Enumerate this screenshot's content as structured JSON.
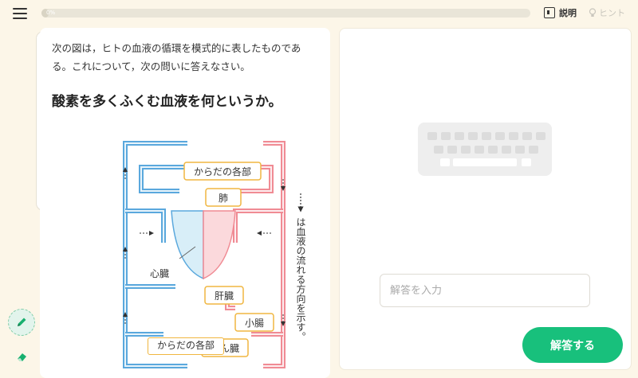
{
  "header": {
    "progress_label": "0%",
    "progress_fraction": 0.0,
    "explain_label": "説明",
    "hint_label": "ヒント",
    "hint_icon": "lightbulb-icon"
  },
  "question": {
    "text": "次の図は，ヒトの血液の循環を模式的に表したものである。これについて，次の問いに答えなさい。",
    "prompt": "酸素を多くふくむ血液を何というか。"
  },
  "diagram": {
    "labels": {
      "body_top": "からだの各部",
      "lungs": "肺",
      "heart": "心臓",
      "liver": "肝臓",
      "small_intestine": "小腸",
      "kidney": "じん臓",
      "body_bottom": "からだの各部",
      "arrow_note": "は血液の流れる方向を示す。"
    },
    "colors": {
      "oxygen_rich": "#f08b94",
      "oxygen_poor": "#5aa8dd",
      "label_border": "#f0b640"
    }
  },
  "answer": {
    "placeholder": "解答を入力",
    "value": "",
    "submit_label": "解答する"
  },
  "colors": {
    "background": "#fcf6e8",
    "accent": "#18c07c"
  }
}
